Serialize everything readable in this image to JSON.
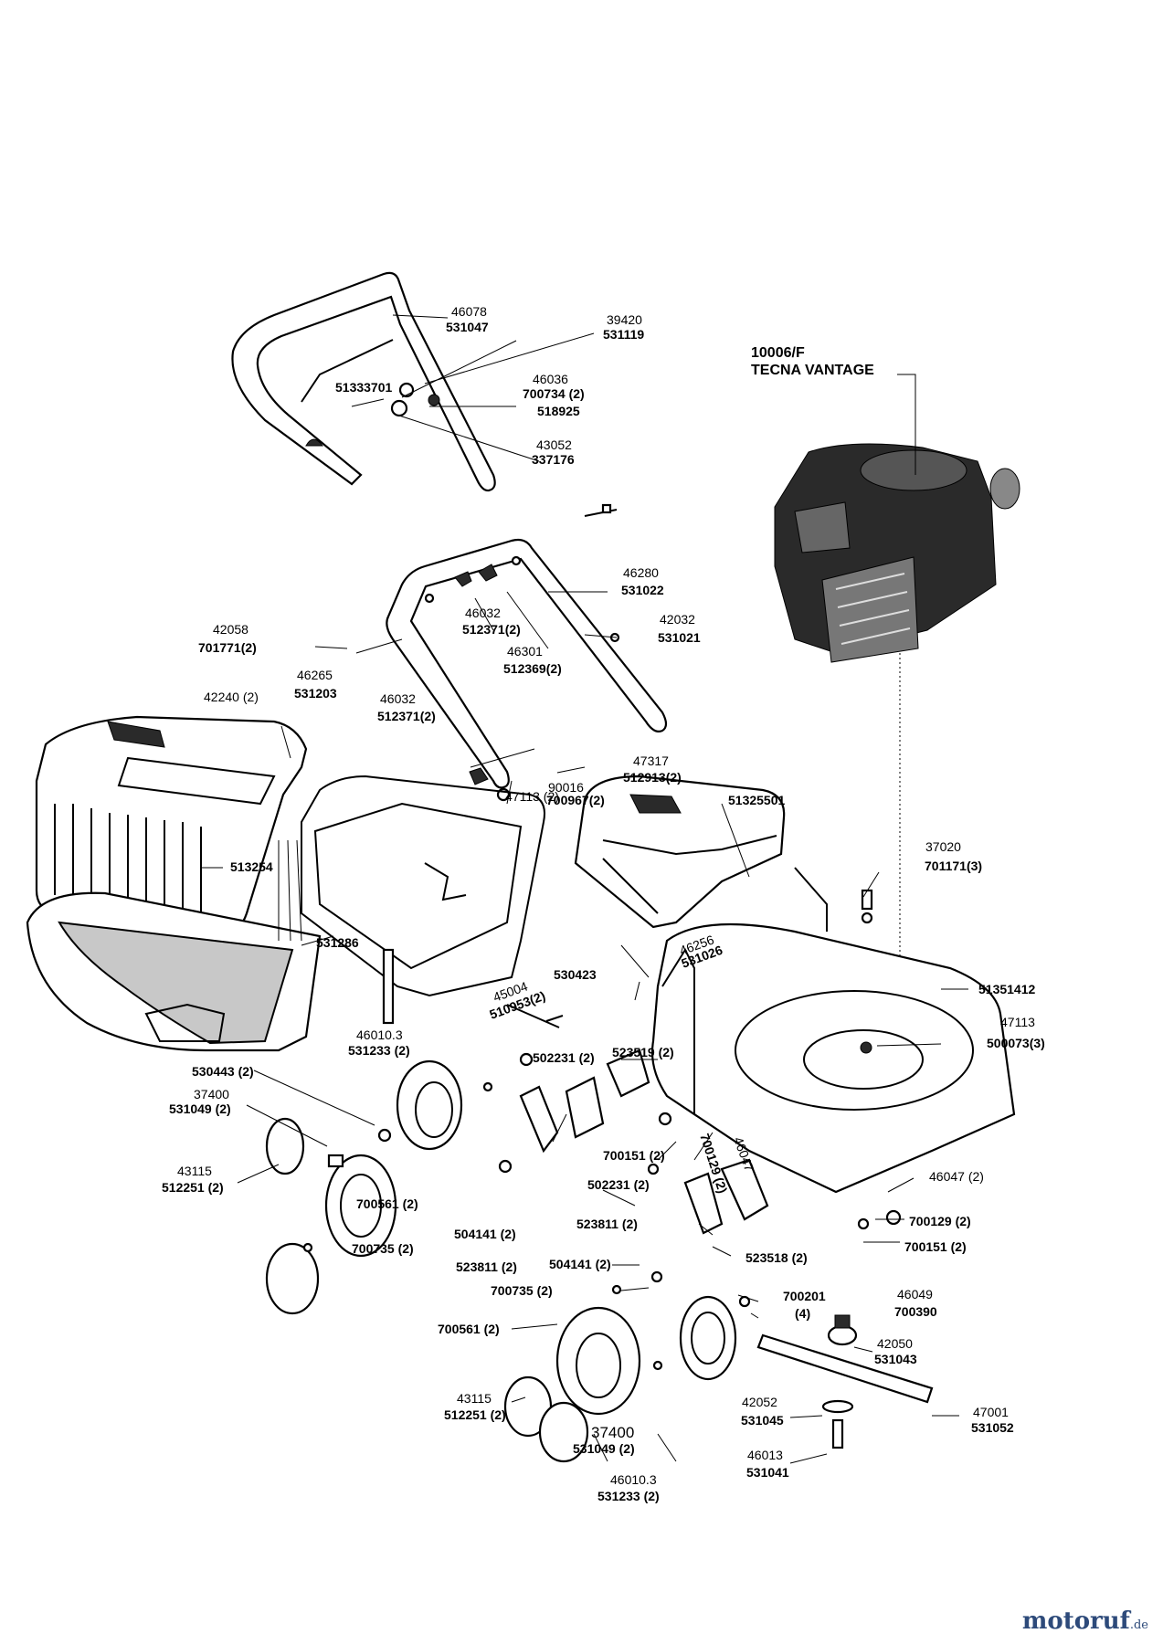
{
  "engine": {
    "code": "10006/F",
    "name": "TECNA VANTAGE"
  },
  "watermark": {
    "name": "motoruf",
    "tld": ".de"
  },
  "labels": {
    "l46078": "46078",
    "l531047": "531047",
    "l39420": "39420",
    "l531119": "531119",
    "l51333701": "51333701",
    "l46036": "46036",
    "l700734": "700734 (2)",
    "l518925": "518925",
    "l43052": "43052",
    "l337176": "337176",
    "l46280": "46280",
    "l531022": "531022",
    "l42058": "42058",
    "l701771": "701771(2)",
    "l46032a": "46032",
    "l512371a": "512371(2)",
    "l42032": "42032",
    "l531021": "531021",
    "l46301": "46301",
    "l512369": "512369(2)",
    "l46265": "46265",
    "l531203": "531203",
    "l42240": "42240 (2)",
    "l46032b": "46032",
    "l512371b": "512371(2)",
    "l47317": "47317",
    "l512913": "512913(2)",
    "l90016": "90016",
    "l700967": "700967(2)",
    "l47113a": "47113 (2)",
    "l51325501": "51325501",
    "l513254": "513254",
    "l37020": "37020",
    "l701171": "701171(3)",
    "l531286": "531286",
    "l46256": "46256",
    "l531026": "531026",
    "l530423": "530423",
    "l51351412": "51351412",
    "l45004": "45004",
    "l510953": "510953(2)",
    "l47113b": "47113",
    "l500073": "500073(3)",
    "l46010a": "46010.3",
    "l531233a": "531233 (2)",
    "l523519": "523519 (2)",
    "l530443": "530443 (2)",
    "l502231a": "502231 (2)",
    "l37400a": "37400",
    "l531049a": "531049 (2)",
    "l700151a": "700151 (2)",
    "l700129a": "700129 (2)",
    "l46047a": "46047",
    "l43115a": "43115",
    "l512251a": "512251 (2)",
    "l700561a": "700561 (2)",
    "l502231b": "502231 (2)",
    "l46047b": "46047 (2)",
    "l700735a": "700735 (2)",
    "l700129b": "700129 (2)",
    "l523811a": "523811 (2)",
    "l504141a": "504141 (2)",
    "l700151b": "700151 (2)",
    "l523518": "523518 (2)",
    "l504141b": "504141 (2)",
    "l523811b": "523811 (2)",
    "l700735b": "700735 (2)",
    "l700201": "700201",
    "l700201q": "(4)",
    "l46049": "46049",
    "l700390": "700390",
    "l700561b": "700561 (2)",
    "l42050": "42050",
    "l531043": "531043",
    "l43115b": "43115",
    "l512251b": "512251 (2)",
    "l42052": "42052",
    "l531045": "531045",
    "l47001": "47001",
    "l531052": "531052",
    "l37400b": "37400",
    "l531049b": "531049 (2)",
    "l46013": "46013",
    "l531041": "531041",
    "l46010b": "46010.3",
    "l531233b": "531233 (2)"
  }
}
